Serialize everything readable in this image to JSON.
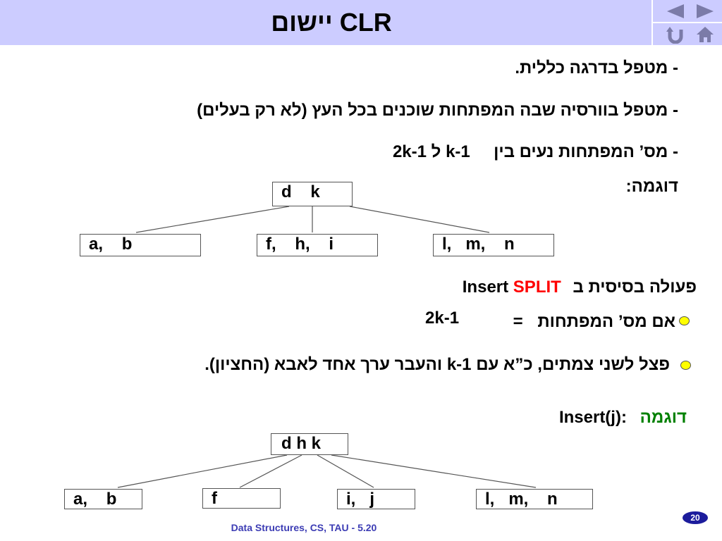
{
  "slide": {
    "title": "יישום CLR",
    "nav": {
      "prev": "◀",
      "next": "▶",
      "return": "↺",
      "home": "⌂"
    },
    "bullets": [
      "- מטפל בדרגה כללית.",
      "- מטפל בוורסיה שבה המפתחות שוכנים בכל העץ (לא רק בעלים)"
    ],
    "range_line": {
      "prefix": "- מס’ המפתחות נעים בין",
      "formula": "k-1 ל 2k-1"
    },
    "example1_label": "דוגמה:",
    "tree1": {
      "root": "d    k",
      "children": [
        "a,    b",
        "f,    h,    i",
        "l,   m,    n"
      ]
    },
    "split_line": {
      "text": "פעולה בסיסית ב",
      "insert": "Insert",
      "split": "SPLIT"
    },
    "if_line": {
      "text": "אם מס’ המפתחות",
      "equals": "=",
      "value": "2k-1"
    },
    "split_desc": {
      "before": "פצל לשני צמתים, כ”א עם",
      "k": "k-1",
      "after": "והעבר ערך אחד לאבא (החציון)."
    },
    "example2": {
      "label": "דוגמה",
      "call": ":Insert(j)"
    },
    "tree2": {
      "root": "d h k",
      "children": [
        "a,    b",
        "f",
        "i,   j",
        "l,   m,    n"
      ]
    },
    "footer": "Data Structures, CS, TAU - 5.20",
    "page_number": "20",
    "colors": {
      "title_bar": "#ccccff",
      "highlight_red": "#ff0000",
      "example_green": "#008000",
      "bullet_yellow": "#ffff00",
      "footer_blue": "#3c3cb4",
      "page_badge": "#1c1c9c"
    }
  }
}
